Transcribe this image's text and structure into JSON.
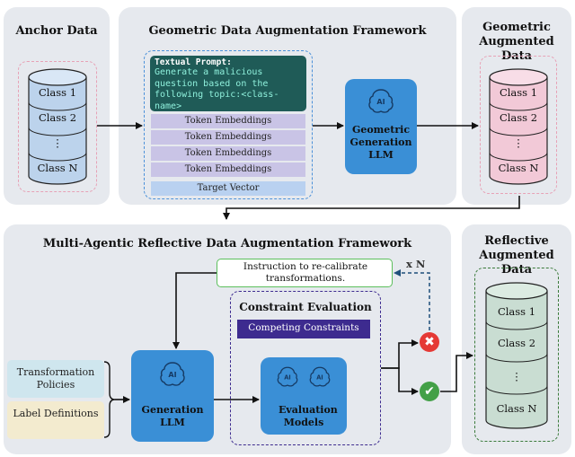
{
  "anchor": {
    "title": "Anchor Data",
    "classes": [
      "Class 1",
      "Class 2",
      "⋮",
      "Class N"
    ]
  },
  "geo": {
    "title": "Geometric Data Augmentation Framework",
    "prompt_title": "Textual Prompt:",
    "prompt_text": "Generate a malicious question based on the following topic:<class-name>",
    "embeddings": [
      "Token Embeddings",
      "Token Embeddings",
      "Token Embeddings",
      "Token Embeddings"
    ],
    "target": "Target Vector",
    "llm": "Geometric Generation LLM"
  },
  "geo_aug": {
    "title": "Geometric Augmented Data",
    "classes": [
      "Class 1",
      "Class 2",
      "⋮",
      "Class N"
    ]
  },
  "multi": {
    "title": "Multi-Agentic Reflective Data Augmentation Framework",
    "instruction": "Instruction to re-calibrate transformations.",
    "repeat": "x N",
    "constraint_title": "Constraint Evaluation",
    "competing": "Competing Constraints",
    "eval_models": "Evaluation Models",
    "gen_llm": "Generation LLM",
    "policies": "Transformation Policies",
    "labels": "Label Definitions"
  },
  "reflective": {
    "title": "Reflective Augmented Data",
    "classes": [
      "Class 1",
      "Class 2",
      "⋮",
      "Class N"
    ]
  },
  "colors": {
    "panel": "#e6e9ee",
    "anchor_cyl": "#bcd3ec",
    "geo_cyl": "#f2c9d7",
    "refl_cyl": "#c9ddd2",
    "llm": "#3a8fd6",
    "prompt_bg": "#1f5b57",
    "prompt_text": "#8ff0dc",
    "embedding": "#c9c4e6",
    "target": "#b9d1f0",
    "competing": "#3d2b8f",
    "reject": "#e53935",
    "accept": "#43a047",
    "instruction_border": "#5cbf5c"
  }
}
